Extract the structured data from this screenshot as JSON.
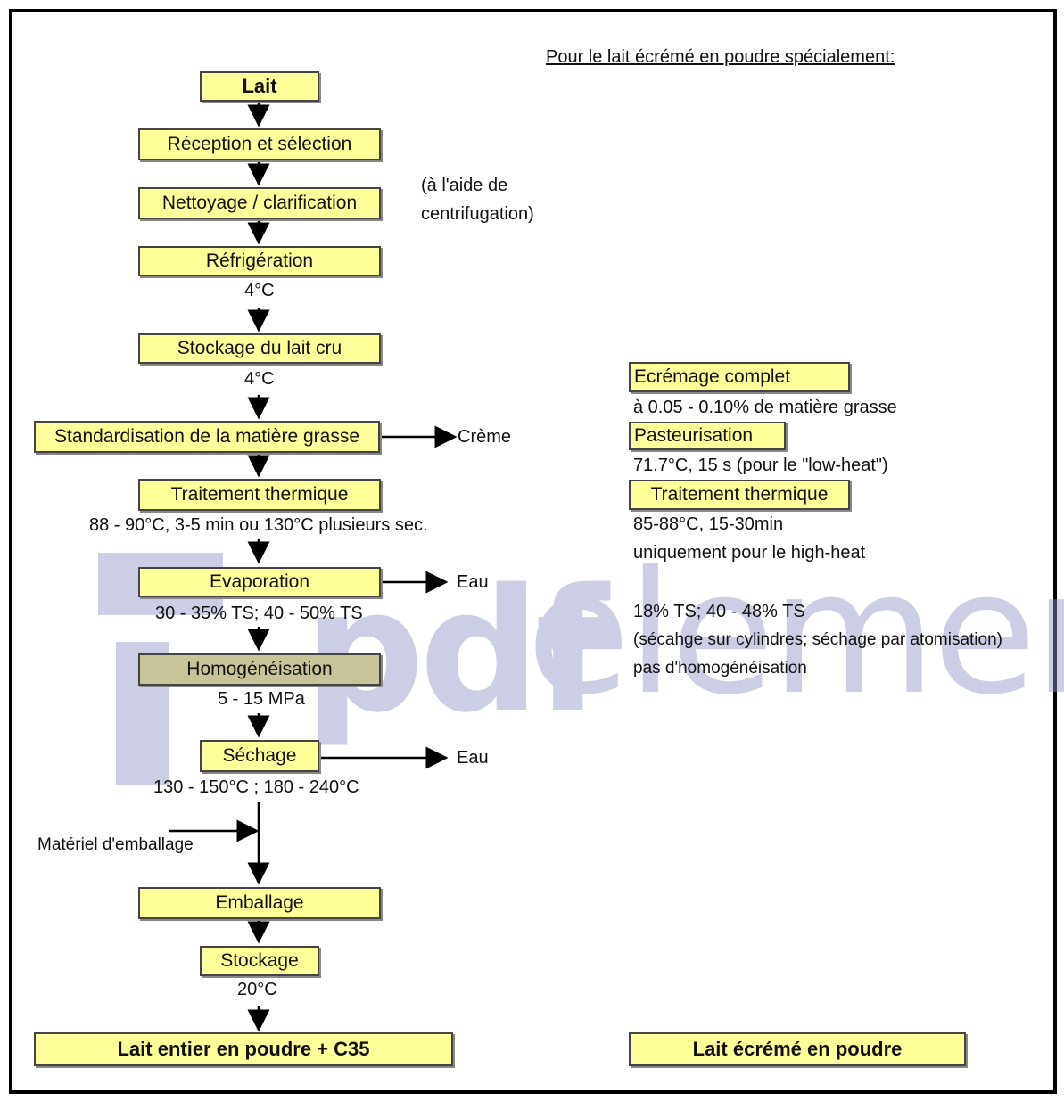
{
  "title_right": "Pour le lait écrémé en poudre spécialement:",
  "steps": {
    "lait": "Lait",
    "reception": "Réception et sélection",
    "nettoyage": "Nettoyage / clarification",
    "refrigeration": "Réfrigération",
    "stockage_cru": "Stockage du lait cru",
    "standardisation": "Standardisation de la matière grasse",
    "traitement": "Traitement thermique",
    "evaporation": "Evaporation",
    "homogeneisation": "Homogénéisation",
    "sechage": "Séchage",
    "emballage": "Emballage",
    "stockage": "Stockage",
    "final_left": "Lait entier en poudre + C35"
  },
  "notes": {
    "nettoyage_note_1": "(à l'aide de",
    "nettoyage_note_2": "centrifugation)",
    "temp_refrig": "4°C",
    "temp_stockage": "4°C",
    "creme": "Crème",
    "traitement_cond": "88 - 90°C, 3-5 min ou 130°C plusieurs sec.",
    "eau_1": "Eau",
    "evap_cond": "30 - 35% TS; 40 - 50% TS",
    "homog_cond": "5 - 15 MPa",
    "eau_2": "Eau",
    "sechage_cond": "130 - 150°C ; 180 - 240°C",
    "materiel": "Matériel d'emballage",
    "temp_final": "20°C"
  },
  "right": {
    "ecremage": "Ecrémage complet",
    "ecremage_note": "à 0.05 - 0.10% de matière grasse",
    "pasteurisation": "Pasteurisation",
    "pasteurisation_note": "71.7°C, 15 s (pour le \"low-heat\")",
    "traitement": "Traitement thermique",
    "traitement_note_1": "85-88°C, 15-30min",
    "traitement_note_2": "uniquement pour le high-heat",
    "evap_note_1": "18% TS; 40 - 48% TS",
    "evap_note_2": "(sécahge sur cylindres; séchage par atomisation)",
    "evap_note_3": "pas d'homogénéisation",
    "final_right": "Lait écrémé en poudre"
  },
  "watermark": {
    "part1": "pdf",
    "part2": "element"
  }
}
